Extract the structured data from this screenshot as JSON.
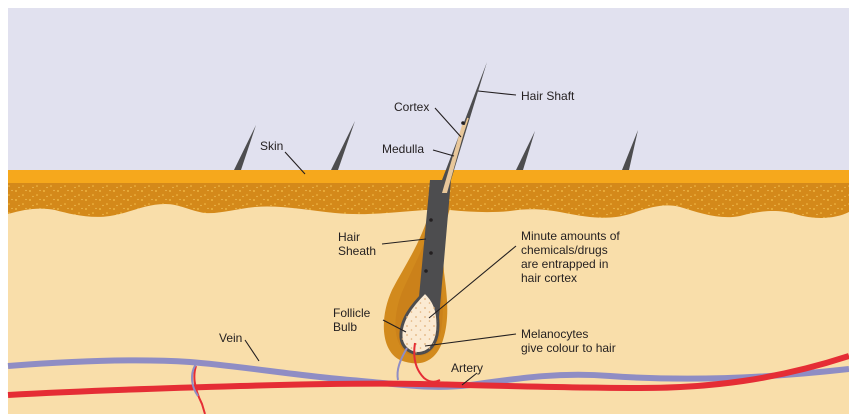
{
  "labels": {
    "hair_shaft": "Hair Shaft",
    "cortex": "Cortex",
    "skin": "Skin",
    "medulla": "Medulla",
    "hair_sheath": "Hair\nSheath",
    "chemicals": "Minute amounts of\nchemicals/drugs\nare entrapped in\nhair cortex",
    "follicle_bulb": "Follicle\nBulb",
    "melanocytes": "Melanocytes\ngive colour to hair",
    "vein": "Vein",
    "artery": "Artery"
  },
  "colors": {
    "air": "#e1e1ef",
    "epidermis": "#f6a81c",
    "dermis_upper": "#d4891a",
    "dermis_lower": "#f9deaa",
    "hair": "#4d4d4f",
    "vein": "#8f8dc4",
    "artery": "#e52d35",
    "follicle": "#d28a1d"
  }
}
